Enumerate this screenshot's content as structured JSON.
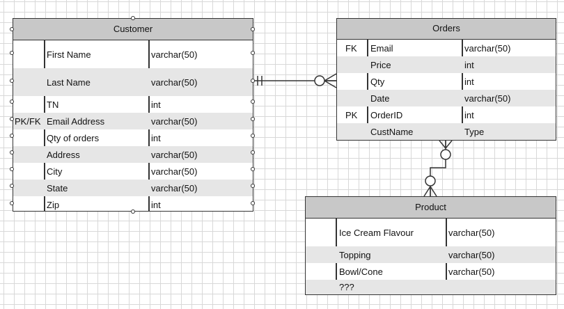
{
  "customer": {
    "title": "Customer",
    "rows": [
      {
        "key": "",
        "name": "First Name",
        "type": "varchar(50)"
      },
      {
        "key": "",
        "name": "Last Name",
        "type": "varchar(50)"
      },
      {
        "key": "",
        "name": "TN",
        "type": "int"
      },
      {
        "key": "PK/FK",
        "name": "Email Address",
        "type": "varchar(50)"
      },
      {
        "key": "",
        "name": "Qty of orders",
        "type": "int"
      },
      {
        "key": "",
        "name": "Address",
        "type": "varchar(50)"
      },
      {
        "key": "",
        "name": "City",
        "type": "varchar(50)"
      },
      {
        "key": "",
        "name": "State",
        "type": "varchar(50)"
      },
      {
        "key": "",
        "name": "Zip",
        "type": "int"
      }
    ]
  },
  "orders": {
    "title": "Orders",
    "rows": [
      {
        "key": "FK",
        "name": "Email",
        "type": "varchar(50)"
      },
      {
        "key": "",
        "name": "Price",
        "type": "int"
      },
      {
        "key": "",
        "name": "Qty",
        "type": "int"
      },
      {
        "key": "",
        "name": "Date",
        "type": "varchar(50)"
      },
      {
        "key": "PK",
        "name": "OrderID",
        "type": "int"
      },
      {
        "key": "",
        "name": "CustName",
        "type": "Type"
      }
    ]
  },
  "product": {
    "title": "Product",
    "rows": [
      {
        "key": "",
        "name": "Ice Cream Flavour",
        "type": "varchar(50)"
      },
      {
        "key": "",
        "name": "Topping",
        "type": "varchar(50)"
      },
      {
        "key": "",
        "name": "Bowl/Cone",
        "type": "varchar(50)"
      },
      {
        "key": "",
        "name": "???",
        "type": ""
      }
    ]
  },
  "colors": {
    "header": "#c8c8c8",
    "alt_row": "#e6e6e6",
    "line": "#333333"
  }
}
